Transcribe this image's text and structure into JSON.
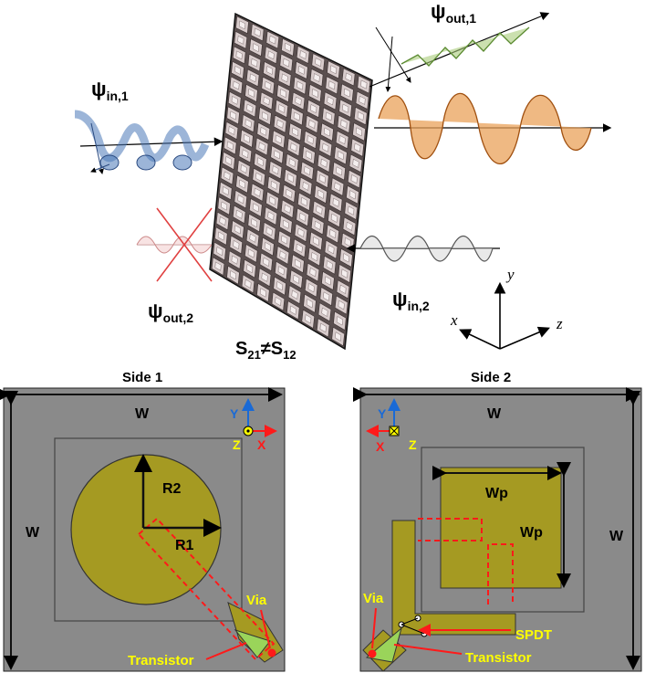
{
  "top": {
    "psi_in_1": {
      "symbol": "ψ",
      "sub": "in,1"
    },
    "psi_out_1": {
      "symbol": "ψ",
      "sub": "out,1"
    },
    "psi_out_2": {
      "symbol": "ψ",
      "sub": "out,2"
    },
    "psi_in_2": {
      "symbol": "ψ",
      "sub": "in,2"
    },
    "s_label": {
      "a": "S",
      "a_sub": "21",
      "neq": "≠",
      "b": "S",
      "b_sub": "12"
    },
    "axes": {
      "x": "x",
      "y": "y",
      "z": "z"
    }
  },
  "side1": {
    "title": "Side 1",
    "w_top": "W",
    "w_left": "W",
    "r2": "R2",
    "r1": "R1",
    "via": "Via",
    "transistor": "Transistor",
    "axis_y": "Y",
    "axis_z": "Z",
    "axis_x": "X"
  },
  "side2": {
    "title": "Side 2",
    "w_top": "W",
    "w_right": "W",
    "wp_top": "Wp",
    "wp_right": "Wp",
    "via": "Via",
    "spdt": "SPDT",
    "transistor": "Transistor",
    "axis_y": "Y",
    "axis_z": "Z",
    "axis_x": "X"
  },
  "colors": {
    "board": "#8a8a8a",
    "patch": "#a59a22",
    "red": "#ff1a1a",
    "yellow": "#ffff00",
    "blue_wave": "#4a78b8",
    "orange_wave": "#e08a2c",
    "green_wave": "#6aa040"
  }
}
